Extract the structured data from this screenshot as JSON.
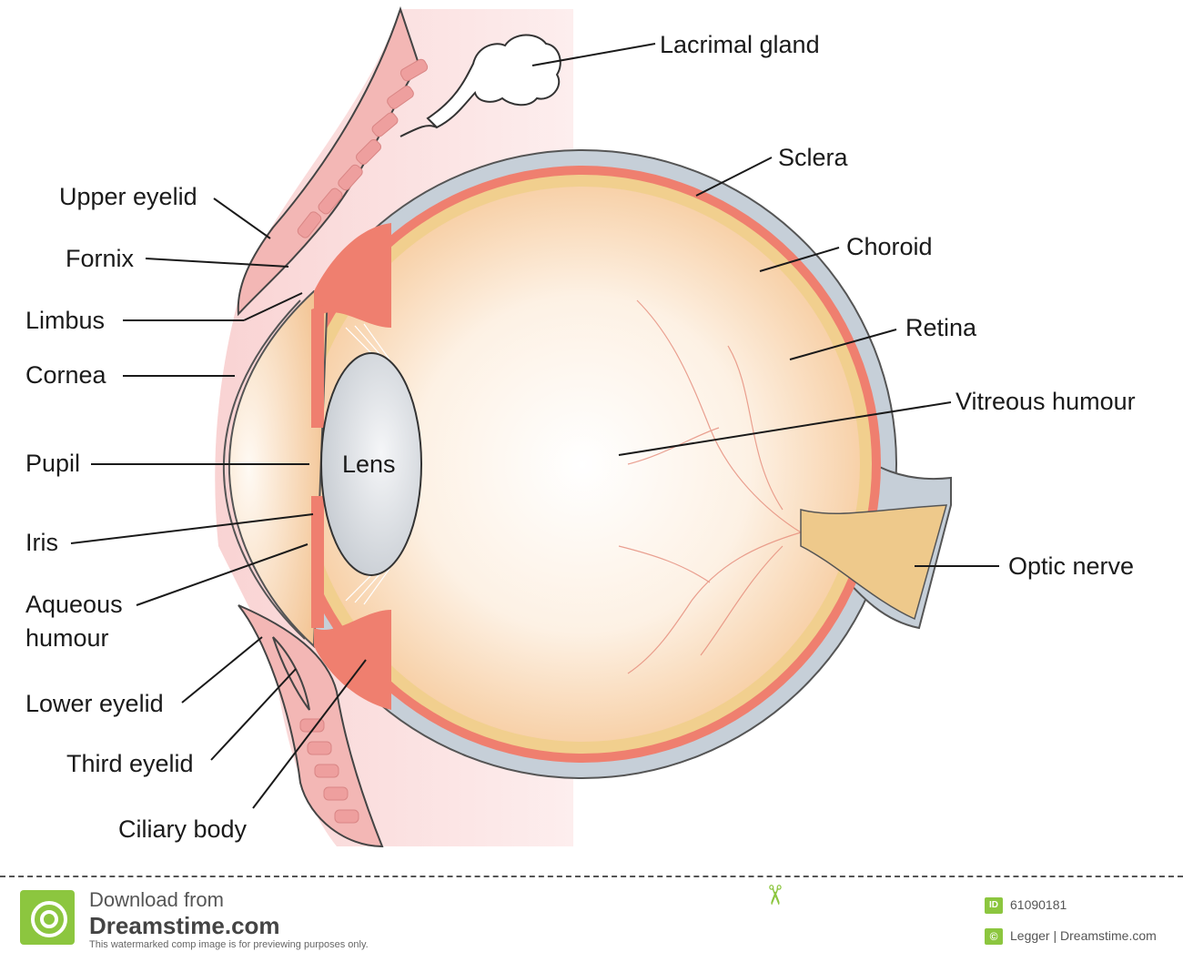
{
  "labels": {
    "lacrimal_gland": "Lacrimal gland",
    "sclera": "Sclera",
    "upper_eyelid": "Upper eyelid",
    "choroid": "Choroid",
    "fornix": "Fornix",
    "limbus": "Limbus",
    "retina": "Retina",
    "cornea": "Cornea",
    "vitreous_humour": "Vitreous humour",
    "pupil": "Pupil",
    "lens": "Lens",
    "iris": "Iris",
    "optic_nerve": "Optic nerve",
    "aqueous_humour_line1": "Aqueous",
    "aqueous_humour_line2": "humour",
    "lower_eyelid": "Lower eyelid",
    "third_eyelid": "Third eyelid",
    "ciliary_body": "Ciliary body"
  },
  "footer": {
    "download_from": "Download from",
    "brand": "Dreamstime.com",
    "note": "This watermarked comp image is for previewing purposes only.",
    "id_badge": "ID",
    "image_id": "61090181",
    "copyright_badge": "©",
    "credit": "Legger | Dreamstime.com"
  },
  "colors": {
    "sclera": "#c6cfd8",
    "choroid": "#ef7f6f",
    "retina": "#f1cf8e",
    "vitreous": "#f8d4a8",
    "lens": "#dfe2e6",
    "eyelid": "#f3b7b5",
    "skin": "#fbe2e2",
    "optic_nerve": "#eec98b",
    "accent_green": "#8cc63f"
  }
}
